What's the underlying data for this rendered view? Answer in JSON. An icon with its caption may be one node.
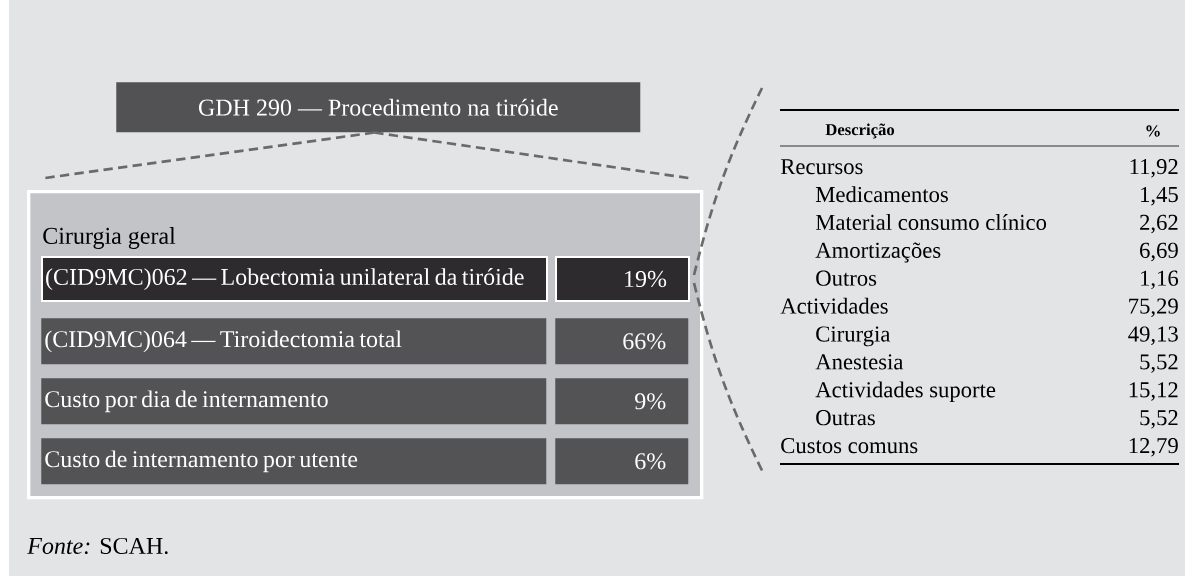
{
  "diagram": {
    "caption": "*Fonte:* SCAH.",
    "nodes": [
      {
        "text": [
          "GDH 290 — Procedimento na tiróide"
        ]
      },
      {
        "text": [
          "Cirurgia geral"
        ]
      },
      {
        "text": [
          "(CID9MC)062 — Lobectomia unilateral da tiróide"
        ],
        "in": 1
      },
      {
        "text": [
          "19%"
        ],
        "in": 1
      },
      {
        "text": [
          "(CID9MC)064 — Tiroidectomia total"
        ],
        "in": 1
      },
      {
        "text": [
          "66%"
        ],
        "in": 1
      },
      {
        "text": [
          "Custo por dia de internamento"
        ],
        "in": 1
      },
      {
        "text": [
          "9%"
        ],
        "in": 1
      },
      {
        "text": [
          "Custo de internamento por utente"
        ],
        "in": 1
      },
      {
        "text": [
          "6%"
        ],
        "in": 1
      },
      {
        "text": [
          "Descrição",
          "%",
          "Recursos",
          "11,92",
          "Medicamentos",
          "1,45",
          "Material consumo clínico",
          "2,62",
          "Amortizações",
          "6,69",
          "Outros",
          "1,16",
          "Actividades",
          "75,29",
          "Cirurgia",
          "49,13",
          "Anestesia",
          "5,52",
          "Actividades suporte",
          "15,12",
          "Outras",
          "5,52",
          "Custos comuns",
          "12,79"
        ]
      }
    ],
    "edges": [
      {
        "from": 0,
        "to": 1,
        "arrow": "none",
        "style": "dashed"
      },
      {
        "from": 0,
        "to": 1,
        "arrow": "none",
        "style": "dashed"
      },
      {
        "from": 3,
        "to": 10,
        "arrow": "none",
        "style": "dashed"
      },
      {
        "from": 3,
        "to": 10,
        "arrow": "none",
        "style": "dashed"
      }
    ]
  }
}
